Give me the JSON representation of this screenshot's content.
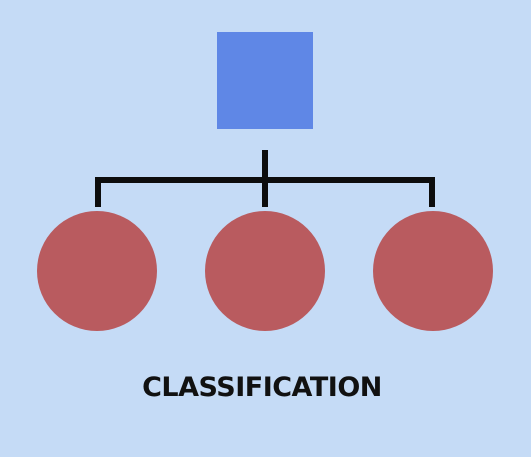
{
  "diagram": {
    "caption": "CLASSIFICATION",
    "colors": {
      "background": "#c5dbf6",
      "parent_node": "#5f87e6",
      "child_node": "#b95b5f",
      "connector": "#0d0d0d"
    },
    "parent": {
      "shape": "square"
    },
    "children": [
      {
        "shape": "circle"
      },
      {
        "shape": "circle"
      },
      {
        "shape": "circle"
      }
    ]
  }
}
